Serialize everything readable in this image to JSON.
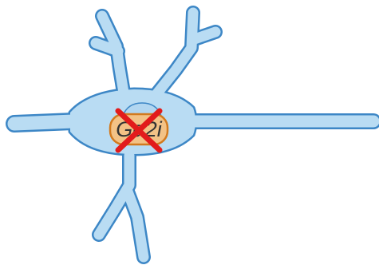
{
  "diagram": {
    "label": "Gα2i",
    "label_parts": {
      "main": "G",
      "sub": "α2i"
    },
    "status": "crossed-out",
    "colors": {
      "neuron_fill": "#b9dcf3",
      "neuron_stroke": "#3d87c6",
      "protein_fill": "#f3c286",
      "protein_stroke": "#d37a1e",
      "protein_cap": "#b2d6f0",
      "cross": "#e21b1b",
      "text": "#333333",
      "background": "#ffffff"
    }
  }
}
